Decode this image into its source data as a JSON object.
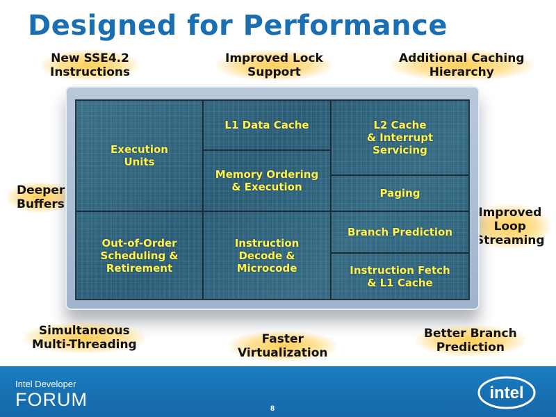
{
  "title": "Designed for Performance",
  "callouts": {
    "sse": [
      "New SSE4.2",
      "Instructions"
    ],
    "lock": [
      "Improved Lock",
      "Support"
    ],
    "caching": [
      "Additional Caching",
      "Hierarchy"
    ],
    "buffers": [
      "Deeper",
      "Buffers"
    ],
    "loop": [
      "Improved",
      "Loop",
      "Streaming"
    ],
    "smt": [
      "Simultaneous",
      "Multi-Threading"
    ],
    "virt": [
      "Faster",
      "Virtualization"
    ],
    "branch": [
      "Better Branch",
      "Prediction"
    ]
  },
  "die_blocks": {
    "execution_units": [
      "Execution",
      "Units"
    ],
    "l1_data_cache": [
      "L1 Data Cache"
    ],
    "l2_cache": [
      "L2 Cache",
      "& Interrupt",
      "Servicing"
    ],
    "memory_ordering": [
      "Memory Ordering",
      "& Execution"
    ],
    "paging": [
      "Paging"
    ],
    "branch_prediction": [
      "Branch Prediction"
    ],
    "out_of_order": [
      "Out-of-Order",
      "Scheduling &",
      "Retirement"
    ],
    "instruction_decode": [
      "Instruction",
      "Decode &",
      "Microcode"
    ],
    "instruction_fetch": [
      "Instruction Fetch",
      "& L1 Cache"
    ]
  },
  "footer": {
    "brand_line1": "Intel Developer",
    "brand_line2": "FORUM",
    "page_number": "8",
    "logo_text": "intel"
  },
  "colors": {
    "title": "#1a6fb3",
    "block_text": "#fff34d",
    "footer_bg": "#1568a8",
    "callout_glow": "#ffcd50"
  }
}
